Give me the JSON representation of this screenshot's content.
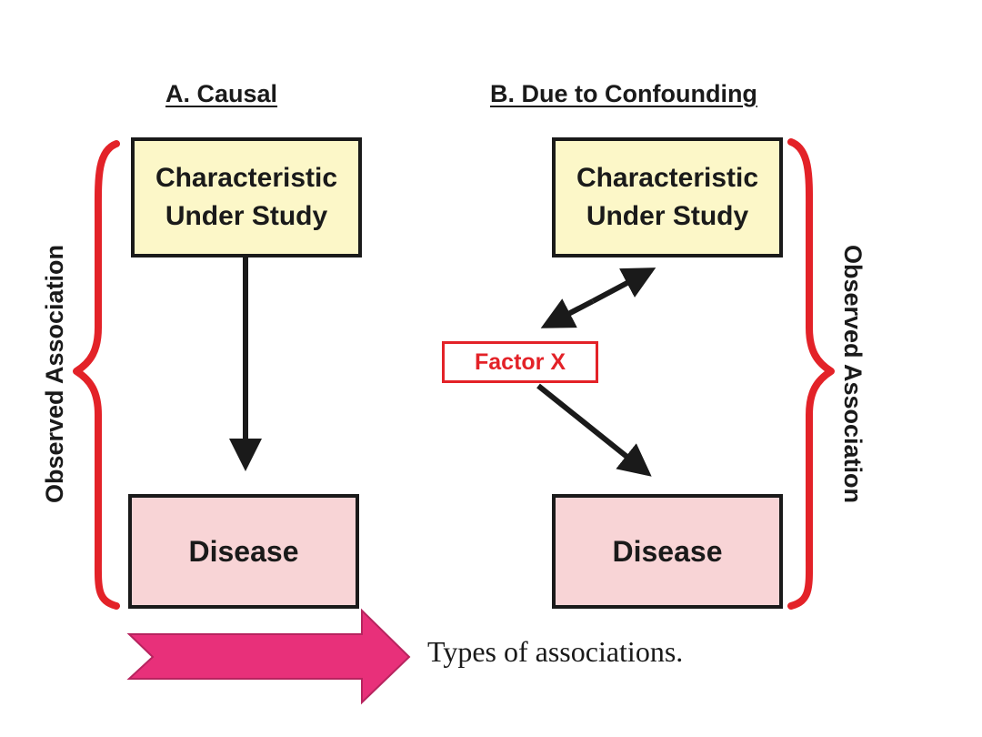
{
  "panel_a": {
    "heading": "A. Causal",
    "top_box": "Characteristic\nUnder Study",
    "bottom_box": "Disease",
    "side_label": "Observed Association"
  },
  "panel_b": {
    "heading": "B. Due to Confounding",
    "top_box": "Characteristic\nUnder Study",
    "bottom_box": "Disease",
    "confounder": "Factor X",
    "side_label": "Observed Association"
  },
  "caption": "Types of associations.",
  "colors": {
    "box_characteristic": "#fcf7c8",
    "box_disease": "#f8d4d6",
    "brace": "#e32228",
    "confounder": "#e32228",
    "pointer_arrow": "#e8307a",
    "outline": "#1a1a1a"
  }
}
